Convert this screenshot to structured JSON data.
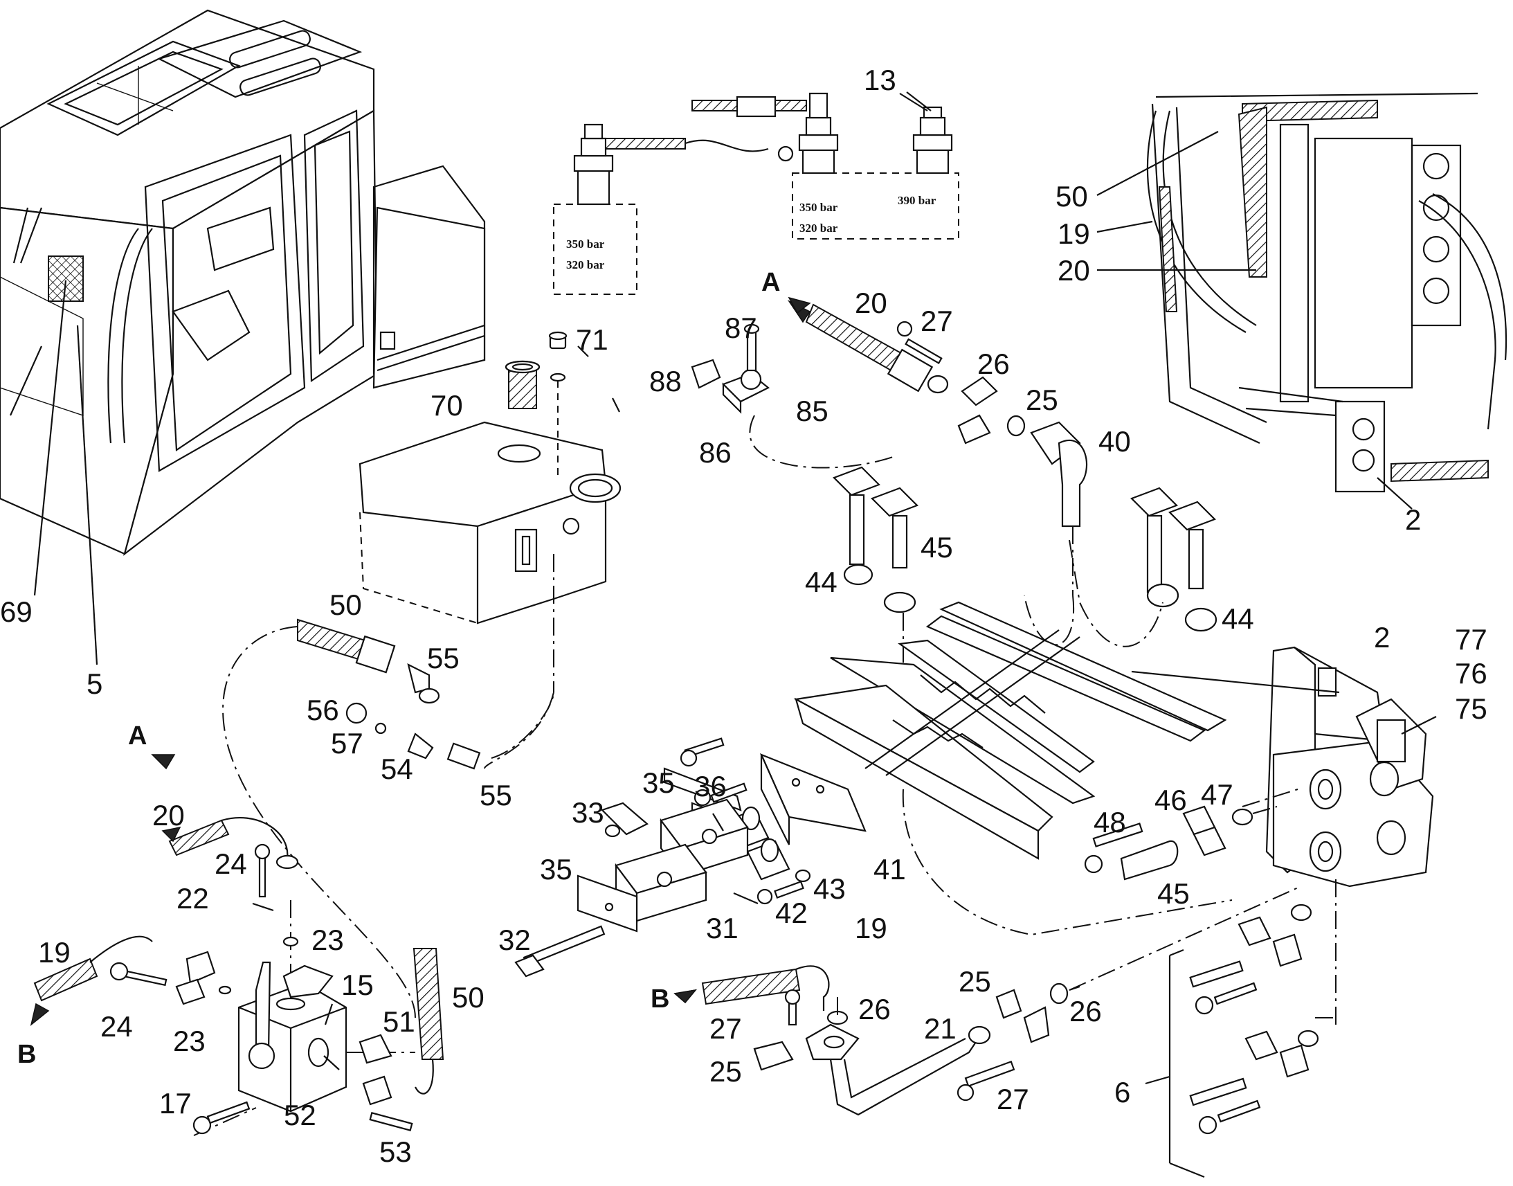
{
  "labels": {
    "l13": "13",
    "l50a": "50",
    "l19a": "19",
    "l20a": "20",
    "l2a": "2",
    "l69": "69",
    "l5": "5",
    "l70": "70",
    "l71": "71",
    "l87": "87",
    "l88": "88",
    "l85": "85",
    "l86": "86",
    "l20b": "20",
    "l27a": "27",
    "l26a": "26",
    "l25a": "25",
    "l40": "40",
    "l44a": "44",
    "l45a": "45",
    "l44b": "44",
    "l50b": "50",
    "l55a": "55",
    "l56": "56",
    "l57": "57",
    "l54": "54",
    "l55b": "55",
    "l2b": "2",
    "l77": "77",
    "l76": "76",
    "l75": "75",
    "l20c": "20",
    "l24a": "24",
    "l22": "22",
    "l23a": "23",
    "l19b": "19",
    "l24b": "24",
    "l23b": "23",
    "l15": "15",
    "l50c": "50",
    "l51": "51",
    "l17": "17",
    "l52": "52",
    "l53": "53",
    "l33": "33",
    "l35a": "35",
    "l36": "36",
    "l35b": "35",
    "l31": "31",
    "l32": "32",
    "l41": "41",
    "l43": "43",
    "l42": "42",
    "l19c": "19",
    "l48": "48",
    "l46": "46",
    "l47": "47",
    "l45b": "45",
    "l27b": "27",
    "l25b": "25",
    "l26b": "26",
    "l25c": "25",
    "l21": "21",
    "l26c": "26",
    "l27c": "27",
    "l6": "6"
  },
  "pressure": {
    "p1a": "350 bar",
    "p1b": "320 bar",
    "p2a": "350 bar",
    "p2b": "320 bar",
    "p3": "390 bar"
  },
  "arrows": {
    "A1": "A",
    "A2": "A",
    "B1": "B",
    "B2": "B"
  }
}
